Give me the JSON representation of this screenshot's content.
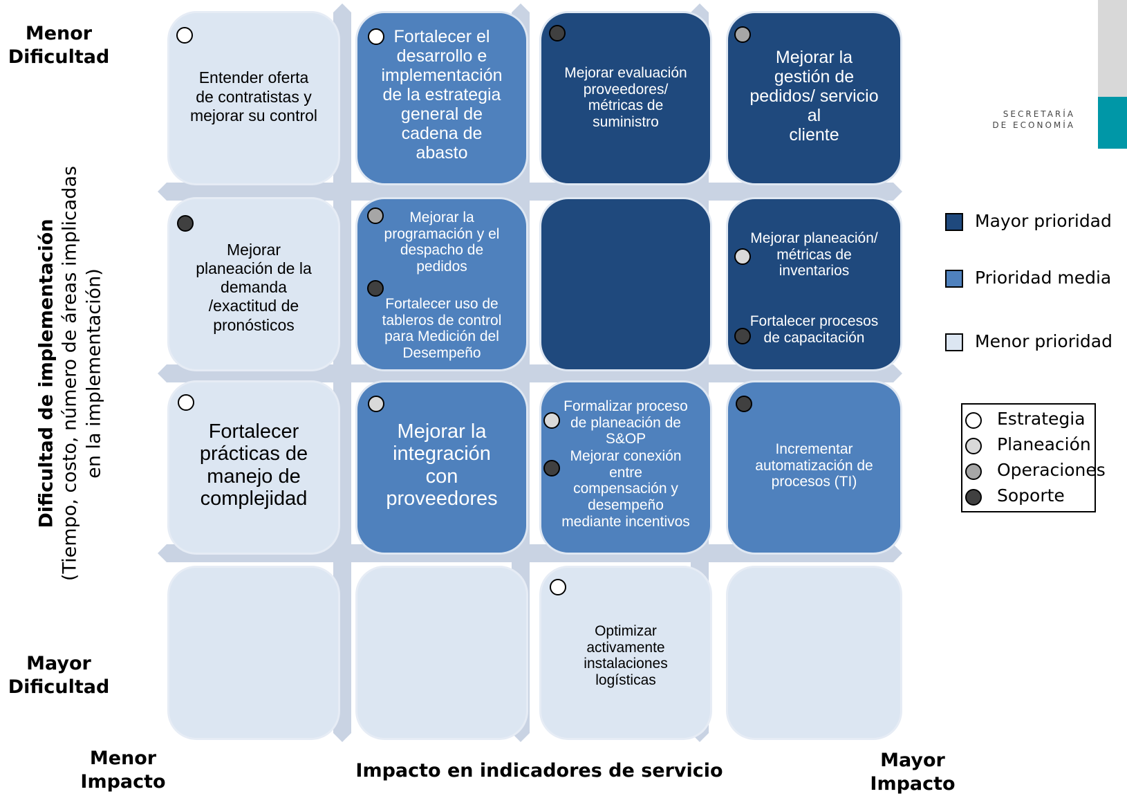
{
  "axes": {
    "top_left": "Menor\nDificultad",
    "bottom_left": "Mayor\nDificultad",
    "x_low": "Menor\nImpacto",
    "x_high": "Mayor\nImpacto",
    "x_title": "Impacto en indicadores de servicio",
    "y_title_main": "Dificultad de implementación",
    "y_title_sub": "(Tiempo, costo, número de áreas implicadas\nen la implementación)"
  },
  "logo": {
    "text": "SECRETARÍA\nDE ECONOMÍA"
  },
  "priority_legend": {
    "high": "Mayor prioridad",
    "medium": "Prioridad media",
    "low": "Menor prioridad",
    "colors": {
      "high": "#1f497d",
      "medium": "#4f81bd",
      "low": "#dce6f2"
    }
  },
  "category_legend": {
    "estrategia": "Estrategia",
    "planeacion": "Planeación",
    "operaciones": "Operaciones",
    "soporte": "Soporte"
  },
  "cells": {
    "r1c1": {
      "priority": "low",
      "texts": [
        "Entender oferta\nde contratistas y\nmejorar su control"
      ]
    },
    "r1c2": {
      "priority": "medium",
      "texts": [
        "Fortalecer el\ndesarrollo e\nimplementación\nde la estrategia\ngeneral de\ncadena de\nabasto"
      ]
    },
    "r1c3": {
      "priority": "high",
      "texts": [
        "Mejorar evaluación\nproveedores/\nmétricas de\nsuministro"
      ]
    },
    "r1c4": {
      "priority": "high",
      "texts": [
        "Mejorar la\ngestión de\npedidos/ servicio\nal\ncliente"
      ]
    },
    "r2c1": {
      "priority": "low",
      "texts": [
        "Mejorar\nplaneación de la\ndemanda\n/exactitud de\npronósticos"
      ]
    },
    "r2c2": {
      "priority": "medium",
      "texts": [
        "Mejorar la\nprogramación y el\ndespacho de\npedidos",
        "Fortalecer uso de\ntableros de control\npara Medición del\nDesempeño"
      ]
    },
    "r2c3": {
      "priority": "high",
      "texts": []
    },
    "r2c4": {
      "priority": "high",
      "texts": [
        "Mejorar planeación/\nmétricas de\ninventarios",
        "Fortalecer procesos\nde  capacitación"
      ]
    },
    "r3c1": {
      "priority": "low",
      "texts": [
        "Fortalecer\nprácticas de\nmanejo de\ncomplejidad"
      ]
    },
    "r3c2": {
      "priority": "medium",
      "texts": [
        "Mejorar la\nintegración\ncon\nproveedores"
      ]
    },
    "r3c3": {
      "priority": "medium",
      "texts": [
        "Formalizar proceso\nde planeación de\nS&OP",
        "Mejorar conexión\nentre\ncompensación y\ndesempeño\nmediante incentivos"
      ]
    },
    "r3c4": {
      "priority": "medium",
      "texts": [
        "Incrementar\nautomatización de\nprocesos (TI)"
      ]
    },
    "r4c1": {
      "priority": "low",
      "texts": []
    },
    "r4c2": {
      "priority": "low",
      "texts": []
    },
    "r4c3": {
      "priority": "low",
      "texts": [
        "Optimizar\nactivamente\ninstalaciones\nlogísticas"
      ]
    },
    "r4c4": {
      "priority": "low",
      "texts": []
    }
  }
}
